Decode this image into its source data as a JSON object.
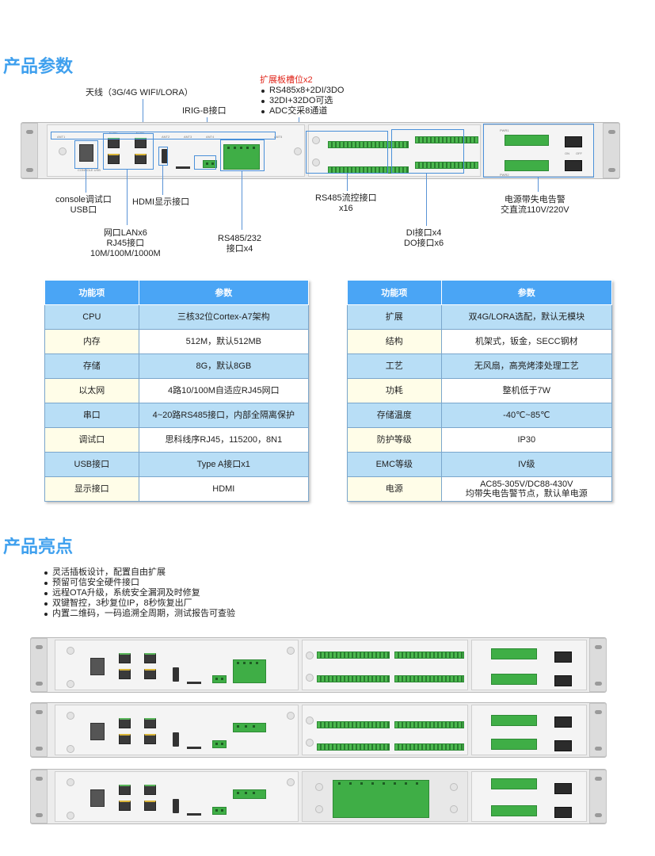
{
  "sections": {
    "params_title": "产品参数",
    "highlights_title": "产品亮点"
  },
  "callouts": {
    "antenna": "天线（3G/4G WIFI/LORA）",
    "irigb": "IRIG-B接口",
    "expansion_title": "扩展板槽位x2",
    "expansion_items": [
      "RS485x8+2DI/3DO",
      "32DI+32DO可选",
      "ADC交采8通道"
    ],
    "console_line1": "console调试口",
    "console_line2": "USB口",
    "hdmi": "HDMI显示接口",
    "lan_line1": "网口LANx6",
    "lan_line2": "RJ45接口",
    "lan_line3": "10M/100M/1000M",
    "rs485232_line1": "RS485/232",
    "rs485232_line2": "接口x4",
    "rs485flow_line1": "RS485流控接口",
    "rs485flow_line2": "x16",
    "dido_line1": "DI接口x4",
    "dido_line2": "DO接口x6",
    "power_line1": "电源带失电告警",
    "power_line2": "交直流110V/220V"
  },
  "device_labels": {
    "top_front": [
      "ANT1",
      "ETH1",
      "ETH2",
      "ANT2",
      "ANT3",
      "ANT4",
      "ANT5",
      "ANT6",
      "ANT7"
    ],
    "under_ports": [
      "CONSOLE USB",
      "ETH3",
      "ETH4",
      "HDMI",
      "PLB",
      "IRIG-B"
    ],
    "power_tiny": [
      "PWR1",
      "PWR2",
      "ON",
      "OFF"
    ]
  },
  "table_left": {
    "headers": [
      "功能项",
      "参数"
    ],
    "rows": [
      [
        "CPU",
        "三核32位Cortex-A7架构"
      ],
      [
        "内存",
        "512M，默认512MB"
      ],
      [
        "存储",
        "8G，默认8GB"
      ],
      [
        "以太网",
        "4路10/100M自适应RJ45网口"
      ],
      [
        "串口",
        "4~20路RS485接口，内部全隔离保护"
      ],
      [
        "调试口",
        "思科线序RJ45，115200，8N1"
      ],
      [
        "USB接口",
        "Type A接口x1"
      ],
      [
        "显示接口",
        "HDMI"
      ]
    ]
  },
  "table_right": {
    "headers": [
      "功能项",
      "参数"
    ],
    "rows": [
      [
        "扩展",
        "双4G/LORA选配，默认无模块"
      ],
      [
        "结构",
        "机架式，钣金，SECC钢材"
      ],
      [
        "工艺",
        "无风扇，高亮烤漆处理工艺"
      ],
      [
        "功耗",
        "整机低于7W"
      ],
      [
        "存储温度",
        "-40℃~85℃"
      ],
      [
        "防护等级",
        "IP30"
      ],
      [
        "EMC等级",
        "IV级"
      ],
      [
        "电源",
        "AC85-305V/DC88-430V",
        "均带失电告警节点，默认单电源"
      ]
    ]
  },
  "highlights": [
    "灵活插板设计，配置自由扩展",
    "预留可信安全硬件接口",
    "远程OTA升级，系统安全漏洞及时修复",
    "双键智控，3秒复位IP，8秒恢复出厂",
    "内置二维码，一码追溯全周期，测试报告可查验"
  ],
  "colors": {
    "title_blue": "#3fa0ee",
    "header_blue": "#4aa5f5",
    "row_blue": "#b8def6",
    "terminal_green": "#3fae46",
    "callout_red": "#e0261b"
  }
}
